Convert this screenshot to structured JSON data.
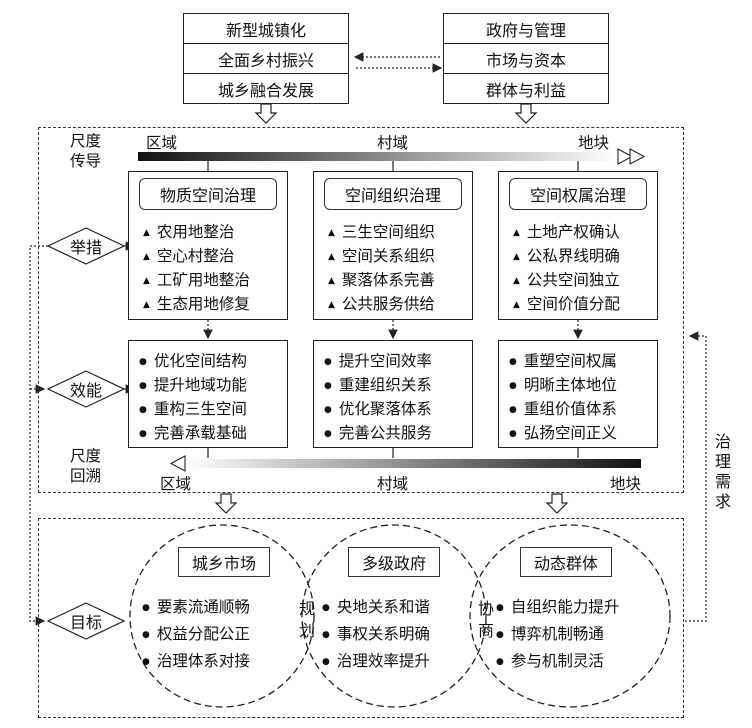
{
  "top_left": [
    "新型城镇化",
    "全面乡村振兴",
    "城乡融合发展"
  ],
  "top_right": [
    "政府与管理",
    "市场与资本",
    "群体与利益"
  ],
  "scale_transmit": {
    "title_line1": "尺度",
    "title_line2": "传导",
    "labels": [
      "区域",
      "村域",
      "地块"
    ]
  },
  "scale_trace": {
    "title_line1": "尺度",
    "title_line2": "回溯",
    "labels": [
      "区域",
      "村域",
      "地块"
    ]
  },
  "measures_label": "举措",
  "efficacy_label": "效能",
  "goal_label": "目标",
  "governance_demand": "治理需求",
  "columns": [
    {
      "title": "物质空间治理",
      "measures": [
        "农用地整治",
        "空心村整治",
        "工矿用地整治",
        "生态用地修复"
      ],
      "effects": [
        "优化空间结构",
        "提升地域功能",
        "重构三生空间",
        "完善承载基础"
      ]
    },
    {
      "title": "空间组织治理",
      "measures": [
        "三生空间组织",
        "空间关系组织",
        "聚落体系完善",
        "公共服务供给"
      ],
      "effects": [
        "提升空间效率",
        "重建组织关系",
        "优化聚落体系",
        "完善公共服务"
      ]
    },
    {
      "title": "空间权属治理",
      "measures": [
        "土地产权确认",
        "公私界线明确",
        "公共空间独立",
        "空间价值分配"
      ],
      "effects": [
        "重塑空间权属",
        "明晰主体地位",
        "重组价值体系",
        "弘扬空间正义"
      ]
    }
  ],
  "goals": [
    {
      "title": "城乡市场",
      "items": [
        "要素流通顺畅",
        "权益分配公正",
        "治理体系对接"
      ]
    },
    {
      "title": "多级政府",
      "items": [
        "央地关系和谐",
        "事权关系明确",
        "治理效率提升"
      ]
    },
    {
      "title": "动态群体",
      "items": [
        "自组织能力提升",
        "博弈机制畅通",
        "参与机制灵活"
      ]
    }
  ],
  "overlap_labels": [
    {
      "line1": "规",
      "line2": "划"
    },
    {
      "line1": "协",
      "line2": "商"
    }
  ]
}
